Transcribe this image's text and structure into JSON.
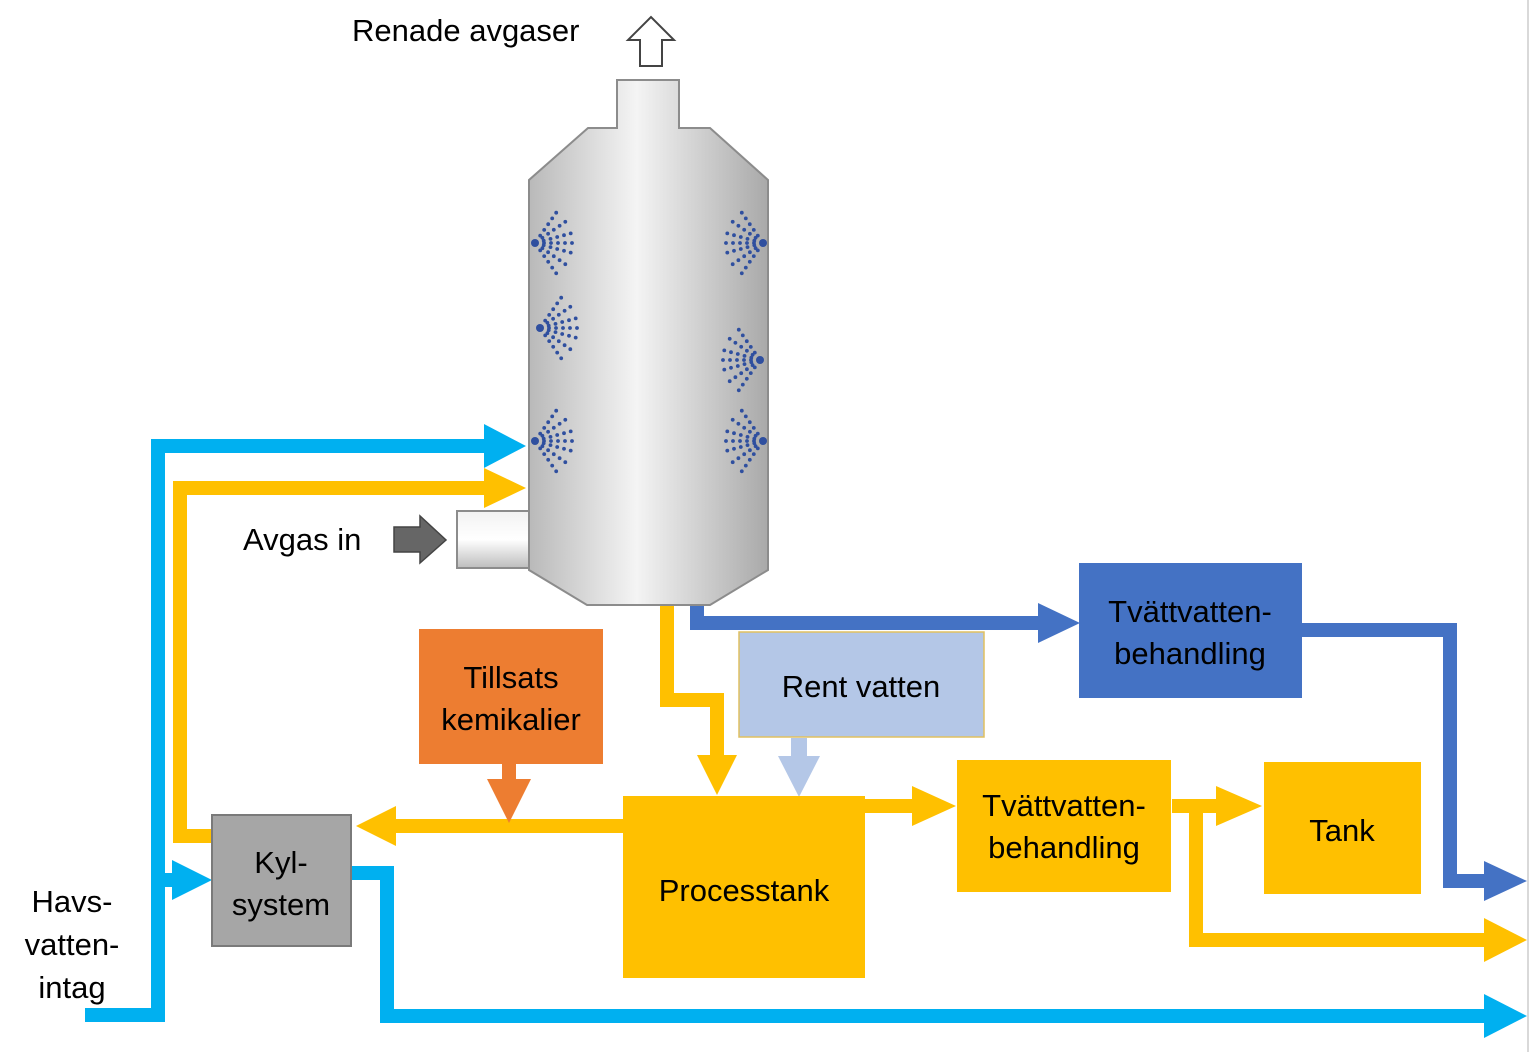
{
  "labels": {
    "exhaust_out": "Renade avgaser",
    "exhaust_in": "Avgas in",
    "seawater_intake": [
      "Havs-",
      "vatten-",
      "intag"
    ]
  },
  "boxes": {
    "chemicals": [
      "Tillsats",
      "kemikalier"
    ],
    "clean_water": [
      "Rent vatten"
    ],
    "washwater_treatment_blue": [
      "Tvättvatten-",
      "behandling"
    ],
    "washwater_treatment_yellow": [
      "Tvättvatten-",
      "behandling"
    ],
    "tank": [
      "Tank"
    ],
    "process_tank": [
      "Processtank"
    ],
    "cooling_system": [
      "Kyl-",
      "system"
    ]
  },
  "colors": {
    "seawater": "#00B0F0",
    "process_water": "#FFC000",
    "treated_water": "#4472C4",
    "chemicals": "#ED7D31",
    "clean_water": "#B4C7E7",
    "cooling": "#A6A6A6",
    "gas_in": "#666666",
    "spray": "#2F4F9F"
  }
}
